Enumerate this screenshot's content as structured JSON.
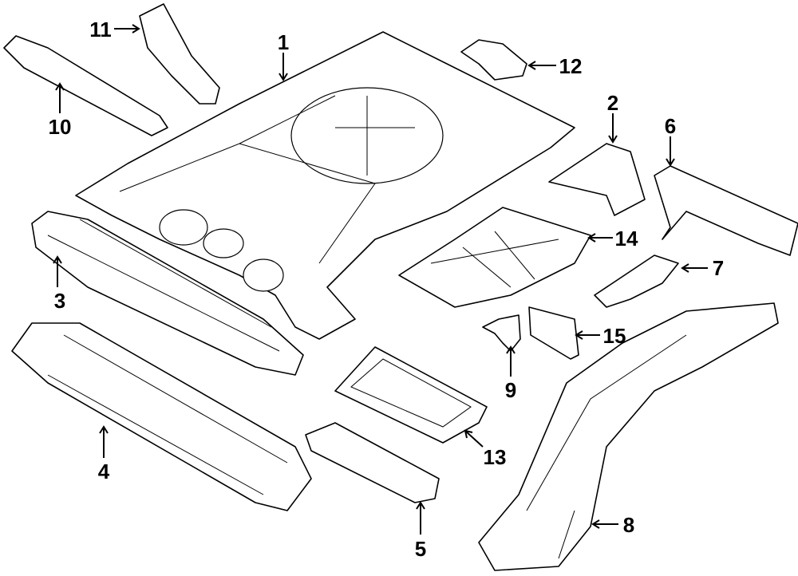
{
  "diagram": {
    "parts": [
      {
        "number": "1",
        "icon": "rear-floor-pan"
      },
      {
        "number": "2",
        "icon": "floor-side-bracket"
      },
      {
        "number": "3",
        "icon": "rear-crossmember"
      },
      {
        "number": "4",
        "icon": "center-crossmember"
      },
      {
        "number": "5",
        "icon": "front-crossmember"
      },
      {
        "number": "6",
        "icon": "side-rail-extension"
      },
      {
        "number": "7",
        "icon": "reinforcement-plate"
      },
      {
        "number": "8",
        "icon": "rear-side-rail"
      },
      {
        "number": "9",
        "icon": "small-bracket"
      },
      {
        "number": "10",
        "icon": "rear-rail-extension"
      },
      {
        "number": "11",
        "icon": "rear-rail-bracket"
      },
      {
        "number": "12",
        "icon": "upper-bracket"
      },
      {
        "number": "13",
        "icon": "floor-panel-tray"
      },
      {
        "number": "14",
        "icon": "spare-tire-tray"
      },
      {
        "number": "15",
        "icon": "heat-shield"
      }
    ]
  }
}
